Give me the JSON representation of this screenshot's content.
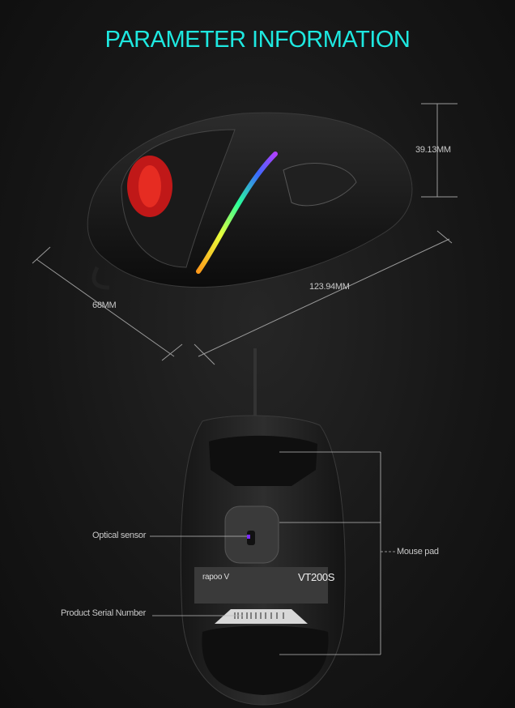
{
  "title": "PARAMETER INFORMATION",
  "dimensions": {
    "height": "39.13MM",
    "width": "68MM",
    "length": "123.94MM"
  },
  "callouts": {
    "optical_sensor": "Optical sensor",
    "serial_number": "Product Serial Number",
    "mouse_pad": "Mouse pad"
  },
  "label_plate": {
    "brand": "rapoo V",
    "model": "VT200S"
  },
  "colors": {
    "accent": "#1ee8e0"
  }
}
